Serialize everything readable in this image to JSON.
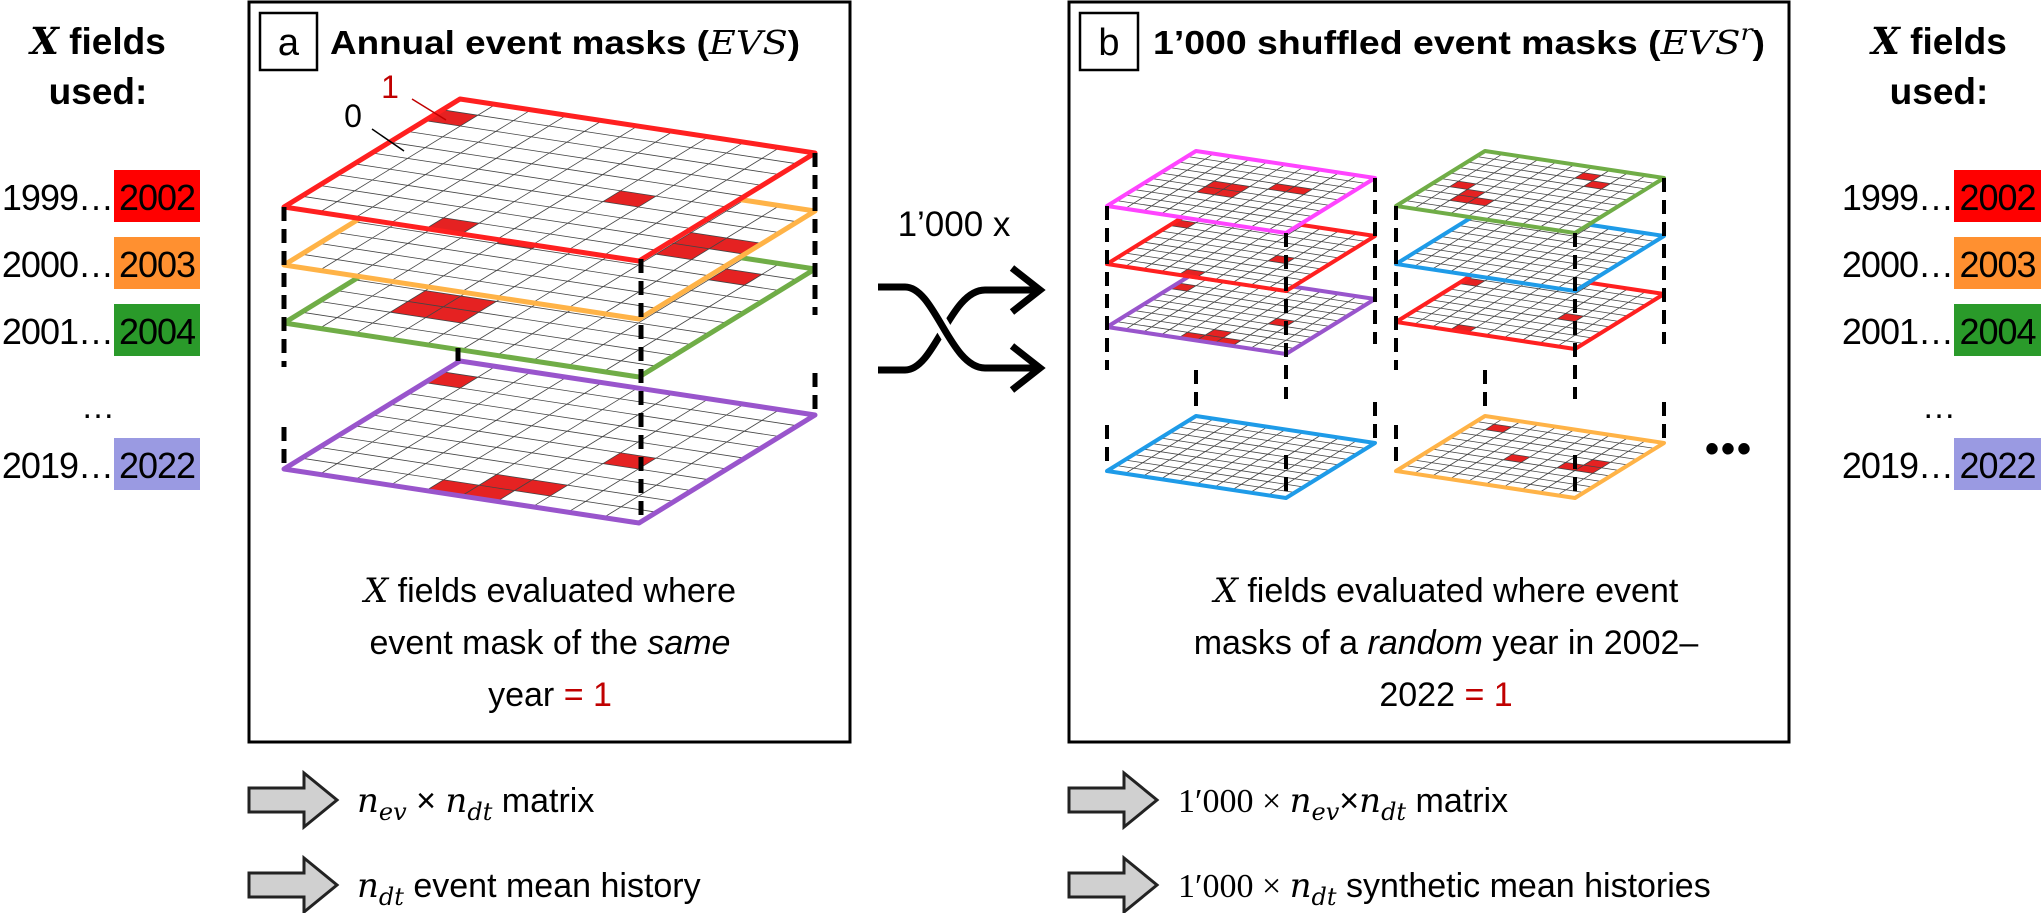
{
  "left_legend": {
    "title_var": "X",
    "title_rest": " fields",
    "title_line2": "used:",
    "rows": [
      {
        "prefix": "1999…",
        "year": "2002",
        "color": "#ff0000"
      },
      {
        "prefix": "2000…",
        "year": "2003",
        "color": "#ff9030"
      },
      {
        "prefix": "2001…",
        "year": "2004",
        "color": "#2a9a2a"
      },
      {
        "prefix": "2019…",
        "year": "2022",
        "color": "#9a9ae2"
      }
    ],
    "ellipsis": "…"
  },
  "right_legend": {
    "title_var": "X",
    "title_rest": " fields",
    "title_line2": "used:",
    "rows": [
      {
        "prefix": "1999…",
        "year": "2002",
        "color": "#ff0000"
      },
      {
        "prefix": "2000…",
        "year": "2003",
        "color": "#ff9030"
      },
      {
        "prefix": "2001…",
        "year": "2004",
        "color": "#2a9a2a"
      },
      {
        "prefix": "2019…",
        "year": "2022",
        "color": "#9a9ae2"
      }
    ],
    "ellipsis": "…"
  },
  "panel_a": {
    "label": "a",
    "title_pre": "Annual event masks (",
    "title_var": "EVS",
    "title_post": ")",
    "annotation_one": "1",
    "annotation_zero": "0",
    "layers": [
      {
        "color": "#ff2020",
        "cells": [
          [
            0,
            1
          ],
          [
            7,
            5
          ],
          [
            4,
            9
          ]
        ]
      },
      {
        "color": "#ffb347",
        "cells": [
          [
            4,
            5
          ],
          [
            8,
            3
          ],
          [
            8,
            4
          ],
          [
            9,
            3
          ]
        ]
      },
      {
        "color": "#70ad47",
        "cells": [
          [
            2,
            6
          ],
          [
            3,
            6
          ],
          [
            2,
            7
          ],
          [
            3,
            7
          ],
          [
            8,
            1
          ]
        ]
      },
      {
        "color": "#9955cc",
        "cells": [
          [
            0,
            1
          ],
          [
            7,
            5
          ],
          [
            4,
            9
          ],
          [
            5,
            9
          ],
          [
            5,
            8
          ],
          [
            6,
            8
          ]
        ]
      }
    ],
    "caption": {
      "l1_var": "X",
      "l1_rest": " fields evaluated where",
      "l2_pre": "event mask of the ",
      "l2_it": "same",
      "l3_pre": "year ",
      "l3_red": "= 1"
    },
    "outputs": [
      {
        "n1": "n",
        "s1": "ev",
        "times": " × ",
        "n2": "n",
        "s2": "dt",
        "rest": " matrix"
      },
      {
        "n1": "n",
        "s1": "dt",
        "rest": " event mean history"
      }
    ]
  },
  "shuffle": {
    "label": "1’000 x"
  },
  "panel_b": {
    "label": "b",
    "title_pre": "1’000 shuffled event masks (",
    "title_var": "EVS",
    "title_sup": "r",
    "title_post": ")",
    "stacks": [
      {
        "layers": [
          {
            "color": "#ff44ff",
            "cells": [
              [
                3,
                4
              ],
              [
                4,
                4
              ],
              [
                3,
                5
              ],
              [
                4,
                5
              ],
              [
                6,
                3
              ],
              [
                7,
                3
              ]
            ]
          },
          {
            "color": "#ff2020",
            "cells": [
              [
                0,
                2
              ],
              [
                7,
                5
              ],
              [
                4,
                9
              ]
            ]
          },
          {
            "color": "#9955cc",
            "cells": [
              [
                0,
                2
              ],
              [
                7,
                5
              ],
              [
                4,
                9
              ],
              [
                5,
                9
              ],
              [
                5,
                8
              ],
              [
                6,
                9
              ]
            ]
          },
          {
            "color": "#1e9be8",
            "cells": []
          }
        ]
      },
      {
        "layers": [
          {
            "color": "#70ad47",
            "cells": [
              [
                1,
                5
              ],
              [
                2,
                6
              ],
              [
                2,
                7
              ],
              [
                3,
                7
              ],
              [
                6,
                1
              ],
              [
                7,
                2
              ]
            ]
          },
          {
            "color": "#1e9be8",
            "cells": []
          },
          {
            "color": "#ff2020",
            "cells": [
              [
                0,
                2
              ],
              [
                7,
                5
              ],
              [
                3,
                9
              ]
            ]
          },
          {
            "color": "#ffb347",
            "cells": [
              [
                1,
                1
              ],
              [
                4,
                5
              ],
              [
                8,
                4
              ],
              [
                8,
                5
              ],
              [
                7,
                5
              ]
            ]
          }
        ]
      }
    ],
    "more": "•••",
    "caption": {
      "l1_var": "X",
      "l1_rest": " fields evaluated where event",
      "l2_pre": "masks of a ",
      "l2_it": "random",
      "l2_post": " year in 2002–",
      "l3_pre": "2022 ",
      "l3_red": "= 1"
    },
    "outputs": [
      {
        "lead": "1′000 × ",
        "n1": "n",
        "s1": "ev",
        "times": "×",
        "n2": "n",
        "s2": "dt",
        "rest": " matrix"
      },
      {
        "lead": "1′000 × ",
        "n1": "n",
        "s1": "dt",
        "rest": " synthetic mean histories"
      }
    ]
  },
  "colors": {
    "event_cell": "#e52222",
    "annotation_red": "#c00000",
    "output_arrow_fill": "#d0d0d0"
  }
}
